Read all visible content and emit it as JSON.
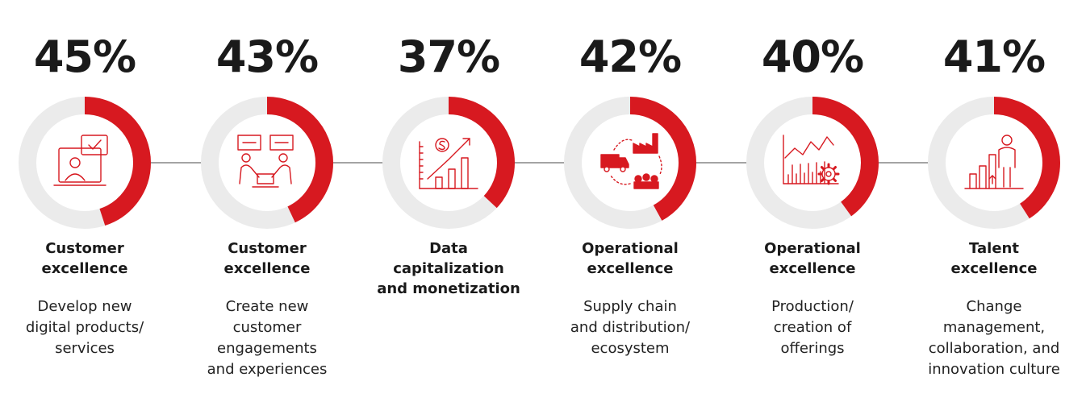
{
  "colors": {
    "accent": "#d71920",
    "track": "#ebebeb",
    "icon": "#d71920",
    "connector": "#6e6e6e"
  },
  "chart_data": {
    "type": "donut",
    "categories": [
      "Customer excellence",
      "Customer excellence",
      "Data capitalization and monetization",
      "Operational excellence",
      "Operational excellence",
      "Talent excellence"
    ],
    "values": [
      45,
      43,
      37,
      42,
      40,
      41
    ],
    "unit": "%"
  },
  "items": [
    {
      "percent_label": "45%",
      "value": 45,
      "icon": "online-meeting-icon",
      "title_lines": [
        "Customer",
        "excellence"
      ],
      "desc_lines": [
        "Develop new",
        "digital products/",
        "services"
      ]
    },
    {
      "percent_label": "43%",
      "value": 43,
      "icon": "customer-engagement-icon",
      "title_lines": [
        "Customer",
        "excellence"
      ],
      "desc_lines": [
        "Create new",
        "customer",
        "engagements",
        "and experiences"
      ]
    },
    {
      "percent_label": "37%",
      "value": 37,
      "icon": "growth-chart-dollar-icon",
      "title_lines": [
        "Data",
        "capitalization",
        "and monetization"
      ],
      "desc_lines": []
    },
    {
      "percent_label": "42%",
      "value": 42,
      "icon": "supply-chain-icon",
      "title_lines": [
        "Operational",
        "excellence"
      ],
      "desc_lines": [
        "Supply chain",
        "and distribution/",
        "ecosystem"
      ]
    },
    {
      "percent_label": "40%",
      "value": 40,
      "icon": "production-gear-chart-icon",
      "title_lines": [
        "Operational",
        "excellence"
      ],
      "desc_lines": [
        "Production/",
        "creation of",
        "offerings"
      ]
    },
    {
      "percent_label": "41%",
      "value": 41,
      "icon": "talent-growth-icon",
      "title_lines": [
        "Talent",
        "excellence"
      ],
      "desc_lines": [
        "Change",
        "management,",
        "collaboration, and",
        "innovation culture"
      ]
    }
  ]
}
